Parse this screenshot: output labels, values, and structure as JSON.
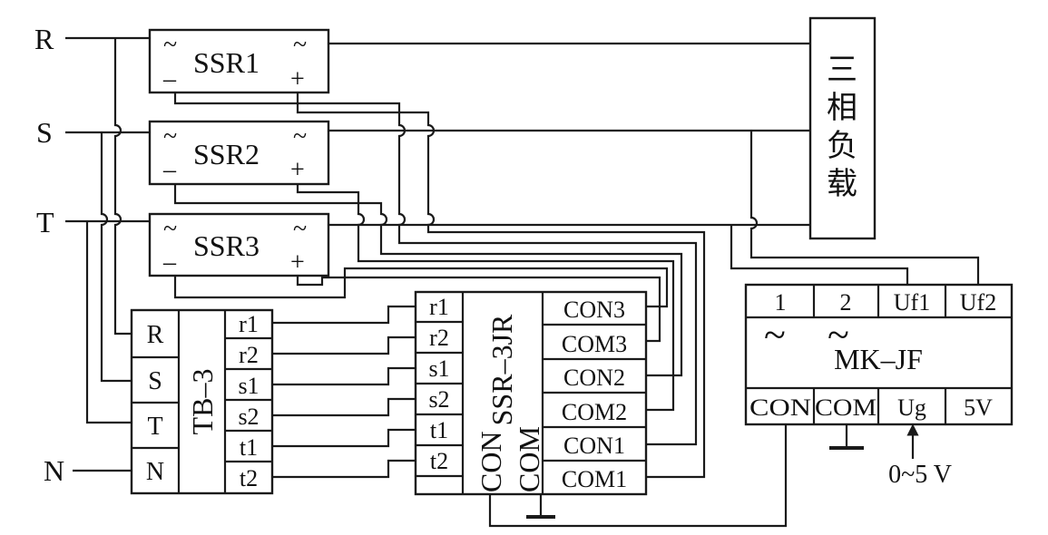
{
  "lines": {
    "r": "R",
    "s": "S",
    "t": "T",
    "n": "N"
  },
  "ssr": [
    {
      "label": "SSR1",
      "ac": "~",
      "minus": "–",
      "plus": "+"
    },
    {
      "label": "SSR2",
      "ac": "~",
      "minus": "–",
      "plus": "+"
    },
    {
      "label": "SSR3",
      "ac": "~",
      "minus": "–",
      "plus": "+"
    }
  ],
  "load": {
    "chars": [
      "三",
      "相",
      "负",
      "载"
    ]
  },
  "tb3": {
    "title": "TB–3",
    "left_terminals": [
      "R",
      "S",
      "T",
      "N"
    ],
    "right_terminals": [
      "r1",
      "r2",
      "s1",
      "s2",
      "t1",
      "t2"
    ]
  },
  "ssr3jr": {
    "title": "SSR–3JR",
    "con_label": "CON",
    "com_label": "COM",
    "left_terminals": [
      "r1",
      "r2",
      "s1",
      "s2",
      "t1",
      "t2"
    ],
    "right_terminals": [
      "CON3",
      "COM3",
      "CON2",
      "COM2",
      "CON1",
      "COM1"
    ]
  },
  "mkjf": {
    "top_terminals": [
      "1",
      "2",
      "Uf1",
      "Uf2"
    ],
    "ac": "~",
    "title": "MK–JF",
    "bottom_terminals": [
      "CON",
      "COM",
      "Ug",
      "5V"
    ],
    "input_label": "0~5 V"
  }
}
